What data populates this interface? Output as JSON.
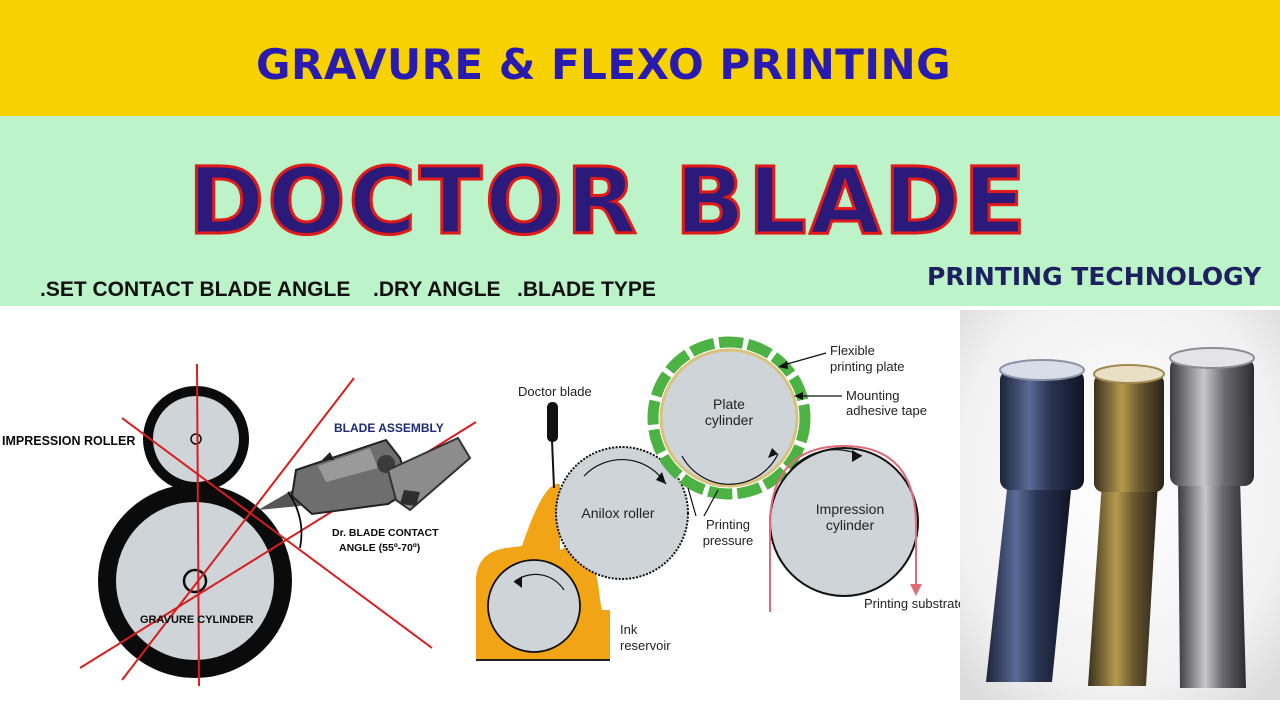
{
  "header": {
    "title": "GRAVURE & FLEXO PRINTING",
    "main_title": "DOCTOR BLADE",
    "topics": [
      ".SET CONTACT BLADE ANGLE",
      ".DRY ANGLE",
      ".BLADE TYPE"
    ],
    "subject": "PRINTING TECHNOLOGY"
  },
  "gravure_diagram": {
    "impression_roller": "IMPRESSION ROLLER",
    "blade_assembly": "BLADE ASSEMBLY",
    "contact_angle_line1": "Dr. BLADE CONTACT",
    "contact_angle_line2": "ANGLE (55º-70º)",
    "gravure_cylinder": "GRAVURE CYLINDER"
  },
  "flexo_diagram": {
    "doctor_blade": "Doctor blade",
    "flexible_plate_line1": "Flexible",
    "flexible_plate_line2": "printing plate",
    "mounting_tape_line1": "Mounting",
    "mounting_tape_line2": "adhesive tape",
    "plate_cylinder_line1": "Plate",
    "plate_cylinder_line2": "cylinder",
    "anilox_roller": "Anilox roller",
    "printing_pressure_line1": "Printing",
    "printing_pressure_line2": "pressure",
    "impression_cylinder_line1": "Impression",
    "impression_cylinder_line2": "cylinder",
    "printing_substrate": "Printing substrate",
    "ink_reservoir_line1": "Ink",
    "ink_reservoir_line2": "reservoir"
  },
  "colors": {
    "yellow_band": "#f7d100",
    "green_band": "#bdf3c8",
    "title_blue": "#2a1bb0",
    "title_outline": "#e01919",
    "angle_lines": "#d81e1e",
    "ink_orange": "#f2a417",
    "plate_green": "#4cb244",
    "roller_gray": "#cfd4d8"
  }
}
